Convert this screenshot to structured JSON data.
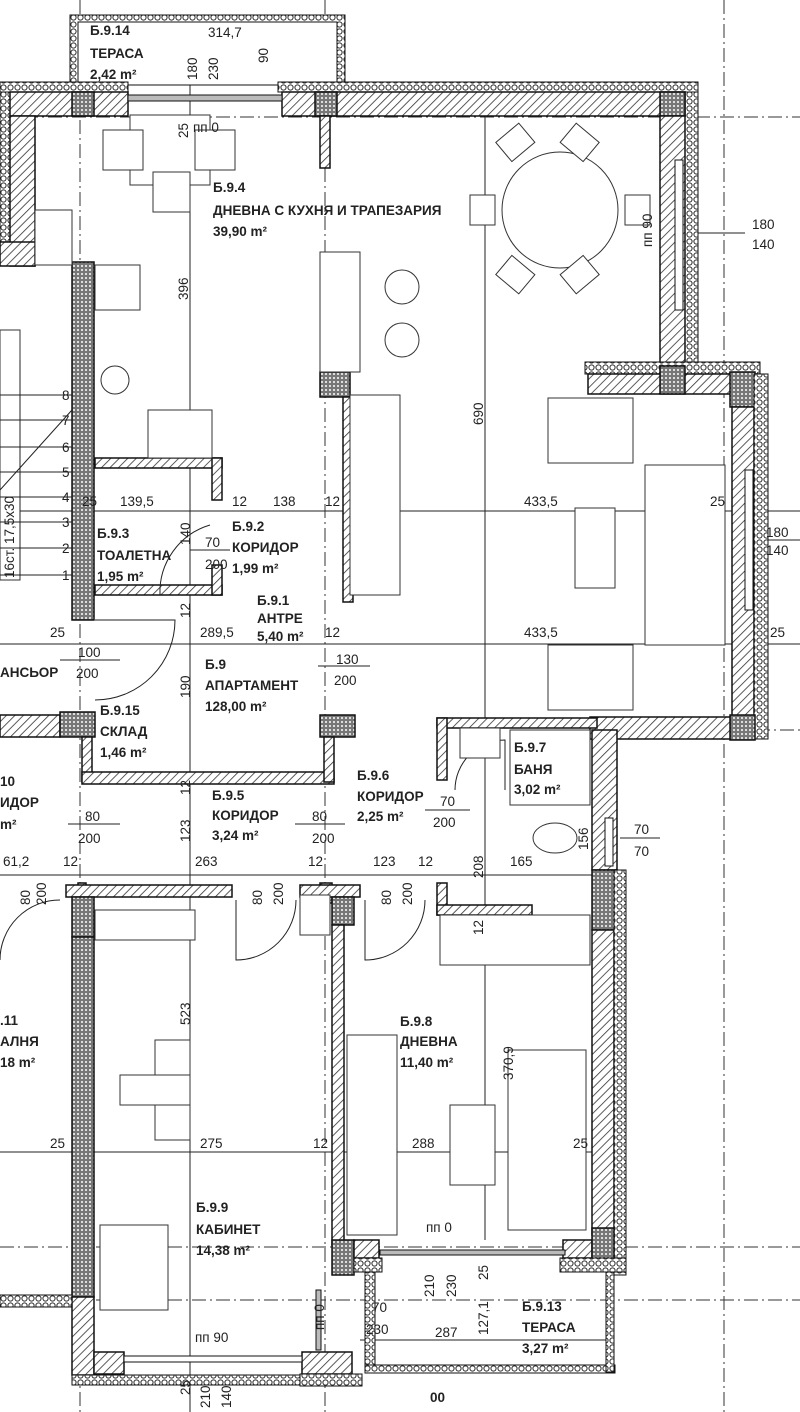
{
  "colors": {
    "line": "#222222",
    "background": "#ffffff"
  },
  "rooms": [
    {
      "code": "Б.9.14",
      "name": "ТЕРАСА",
      "area": "2,42 m²"
    },
    {
      "code": "Б.9.4",
      "name": "ДНЕВНА С КУХНЯ И ТРАПЕЗАРИЯ",
      "area": "39,90 m²"
    },
    {
      "code": "Б.9.3",
      "name": "ТОАЛЕТНА",
      "area": "1,95 m²"
    },
    {
      "code": "Б.9.2",
      "name": "КОРИДОР",
      "area": "1,99 m²"
    },
    {
      "code": "Б.9.1",
      "name": "АНТРЕ",
      "area": "5,40 m²"
    },
    {
      "code": "Б.9",
      "name": "АПАРТАМЕНТ",
      "area": "128,00 m²"
    },
    {
      "code": "Б.9.15",
      "name": "СКЛАД",
      "area": "1,46 m²"
    },
    {
      "code": "Б.9.5",
      "name": "КОРИДОР",
      "area": "3,24 m²"
    },
    {
      "code": "Б.9.6",
      "name": "КОРИДОР",
      "area": "2,25 m²"
    },
    {
      "code": "Б.9.7",
      "name": "БАНЯ",
      "area": "3,02 m²"
    },
    {
      "code": "Б.9.8",
      "name": "ДНЕВНА",
      "area": "11,40 m²"
    },
    {
      "code": "Б.9.9",
      "name": "КАБИНЕТ",
      "area": "14,38 m²"
    },
    {
      "code": "Б.9.13",
      "name": "ТЕРАСА",
      "area": "3,27 m²"
    }
  ],
  "partial_labels": [
    "10",
    "ИДОР",
    "m²",
    ".11",
    "АЛНЯ",
    "18 m²",
    "АНСЬОР",
    "00"
  ],
  "stair_label": "16ст. 17,5x30",
  "stair_steps": [
    "1",
    "2",
    "3",
    "4",
    "5",
    "6",
    "7",
    "8"
  ],
  "dims": [
    "314,7",
    "180",
    "230",
    "90",
    "25",
    "пп 0",
    "396",
    "пп 90",
    "180",
    "140",
    "690",
    "25",
    "139,5",
    "12",
    "138",
    "12",
    "433,5",
    "25",
    "140",
    "70",
    "200",
    "180",
    "140",
    "25",
    "289,5",
    "12",
    "433,5",
    "25",
    "100",
    "200",
    "130",
    "200",
    "12",
    "190",
    "12",
    "80",
    "200",
    "123",
    "80",
    "200",
    "70",
    "200",
    "156",
    "70",
    "70",
    "61,2",
    "12",
    "263",
    "12",
    "123",
    "12",
    "165",
    "208",
    "12",
    "80",
    "200",
    "80",
    "200",
    "80",
    "200",
    "523",
    "370,9",
    "25",
    "275",
    "12",
    "288",
    "25",
    "пп 0",
    "210",
    "230",
    "25",
    "пп 0",
    "70",
    "230",
    "287",
    "127,1",
    "пп 90",
    "25",
    "210",
    "140"
  ]
}
